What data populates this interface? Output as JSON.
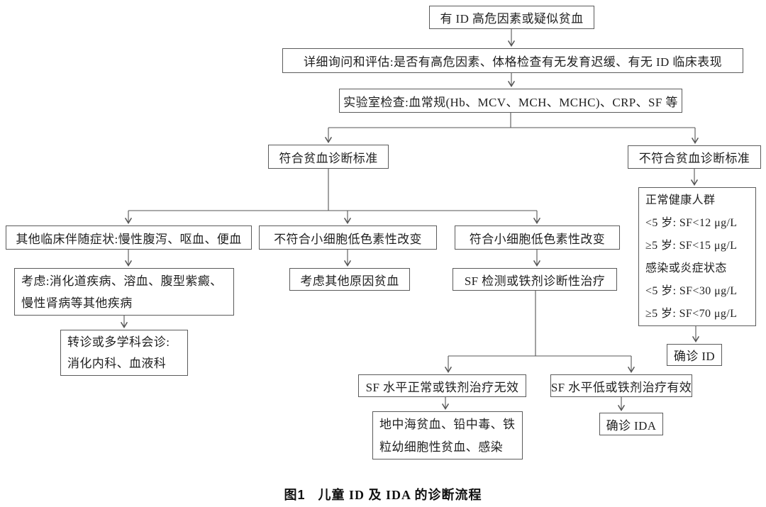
{
  "diagram": {
    "nodes": {
      "start": "有 ID 高危因素或疑似贫血",
      "assess": "详细询问和评估:是否有高危因素、体格检查有无发育迟缓、有无 ID 临床表现",
      "lab": "实验室检查:血常规(Hb、MCV、MCH、MCHC)、CRP、SF 等",
      "anemia_yes": "符合贫血诊断标准",
      "anemia_no": "不符合贫血诊断标准",
      "symptoms": "其他临床伴随症状:慢性腹泻、呕血、便血",
      "micro_no": "不符合小细胞低色素性改变",
      "micro_yes": "符合小细胞低色素性改变",
      "reference": {
        "lines": [
          "正常健康人群",
          "<5 岁: SF<12 μg/L",
          "≥5 岁: SF<15 μg/L",
          "感染或炎症状态",
          "<5 岁: SF<30 μg/L",
          "≥5 岁: SF<70 μg/L"
        ]
      },
      "consider_gi": {
        "lines": [
          "考虑:消化道疾病、溶血、腹型紫癜、",
          "慢性肾病等其他疾病"
        ]
      },
      "other_anemia": "考虑其他原因贫血",
      "sf_test": "SF 检测或铁剂诊断性治疗",
      "referral": {
        "lines": [
          "转诊或多学科会诊:",
          "消化内科、血液科"
        ]
      },
      "confirm_id": "确诊 ID",
      "sf_normal": "SF 水平正常或铁剂治疗无效",
      "sf_low": "SF 水平低或铁剂治疗有效",
      "thalassemia": {
        "lines": [
          "地中海贫血、铅中毒、铁",
          "粒幼细胞性贫血、感染"
        ]
      },
      "confirm_ida": "确诊 IDA"
    },
    "caption": {
      "label": "图1",
      "title": "儿童 ID 及 IDA 的诊断流程"
    },
    "colors": {
      "line": "#555555",
      "border": "#5b5b5b",
      "text": "#1f1f1f",
      "background": "#ffffff"
    }
  }
}
